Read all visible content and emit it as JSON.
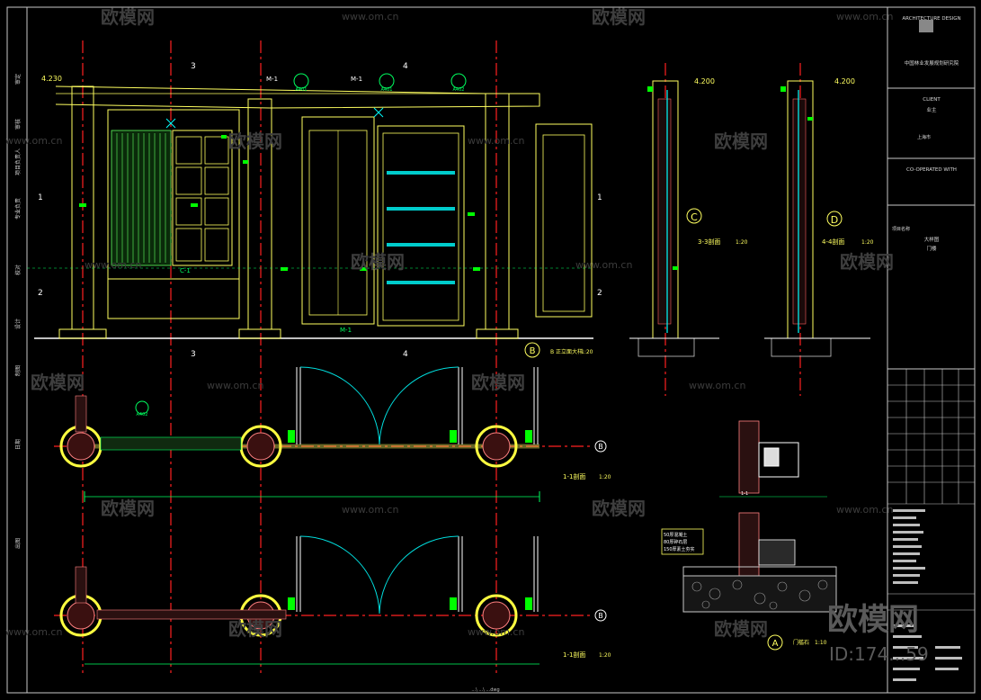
{
  "drawing": {
    "elevation_levels": {
      "top_left": "4.230",
      "section_3": "4.200",
      "section_4": "4.200"
    },
    "grid_markers": {
      "left_1": "1",
      "left_2": "2",
      "right_1": "1",
      "right_2": "2",
      "top_3": "3",
      "top_4": "4",
      "bottom_3": "3",
      "bottom_4": "4"
    },
    "door_tags": {
      "m1_left": "M-1",
      "m1_right": "M-1",
      "c1": "C-1",
      "m1_bottom": "M-1"
    },
    "callout_labels": {
      "a401": "A401",
      "a402": "A402"
    },
    "section_titles": {
      "elevation": "B 正立面大样",
      "section_3_3": "3-3剖面",
      "section_4_4": "4-4剖面",
      "plan_1_1_top": "1-1剖面",
      "plan_1_1_bottom": "1-1剖面",
      "detail_door": "门槛石"
    },
    "scales": {
      "elevation": "1:20",
      "section_3_3": "1:20",
      "section_4_4": "1:20",
      "plan_top": "1:20",
      "plan_bottom": "1:20",
      "detail": "1:10"
    },
    "section_symbols": {
      "b": "B",
      "c": "C",
      "d": "D",
      "a": "A"
    },
    "axis_b": "B",
    "detail_notes": [
      "50厚混凝土",
      "80厚碎石层",
      "150厚素土夯实"
    ],
    "detail_sub": "1-1"
  },
  "title_block": {
    "company_en": "ARCHITECTURE DESIGN",
    "company_cn": "中国林业发展规划研究院",
    "client_label": "CLIENT",
    "client_name": "业主",
    "location": "上海市",
    "co_operated_label": "CO-OPERATED WITH",
    "project_label": "项目名称",
    "drawing_name": "大样图",
    "drawing_code": "门楼"
  },
  "left_strip": [
    "审定",
    "审核",
    "项目负责人",
    "专业负责",
    "校对",
    "设计",
    "制图",
    "日期",
    "出图"
  ],
  "watermark": {
    "brand": "欧模网",
    "url": "www.om.cn",
    "corner_text": "欧模网",
    "id": "ID:174...59"
  },
  "footer_path": "...\\ ...\\ ...dwg"
}
